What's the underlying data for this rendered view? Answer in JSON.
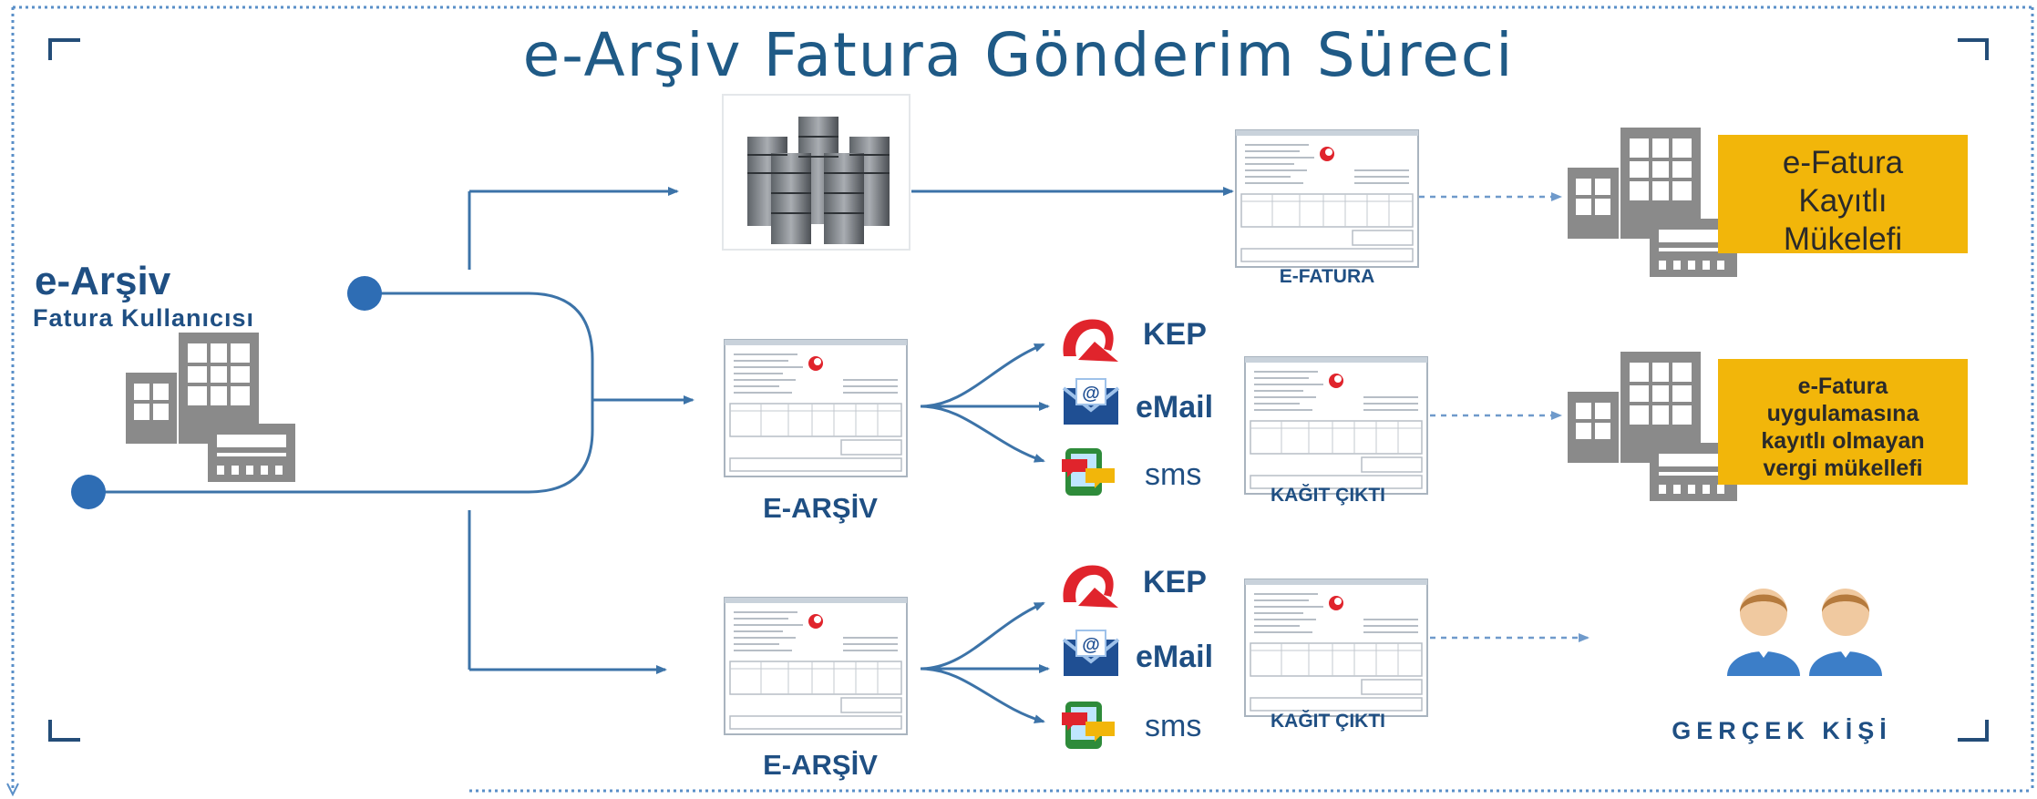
{
  "title": "e-Arşiv Fatura Gönderim Süreci",
  "user": {
    "title": "e-Arşiv",
    "subtitle": "Fatura Kullanıcısı"
  },
  "captions": {
    "efatura": "E-FATURA",
    "earsiv_1": "E-ARŞİV",
    "earsiv_2": "E-ARŞİV",
    "kagit_1": "KAĞIT ÇIKTI",
    "kagit_2": "KAĞIT ÇIKTI"
  },
  "channels": {
    "kep": "KEP",
    "email": "eMail",
    "sms": "sms"
  },
  "recipients": {
    "registered": "e-Fatura Kayıtlı Mükelefi",
    "registered_lines": [
      "e-Fatura",
      "Kayıtlı",
      "Mükelefi"
    ],
    "unregistered": "e-Fatura uygulamasına kayıtlı olmayan vergi mükellefi",
    "unregistered_lines": [
      "e-Fatura",
      "uygulamasına",
      "kayıtlı olmayan",
      "vergi mükellefi"
    ],
    "real_person": "GERÇEK KİŞİ"
  },
  "colors": {
    "title": "#1f5a86",
    "line": "#3c73a8",
    "dot": "#2e6db4",
    "border": "#5a8fc8",
    "yellow": "#f2b60a",
    "building": "#8a8a8a",
    "kep_red": "#e0242c"
  },
  "icons": [
    "servers-icon",
    "invoice-icon",
    "building-icon",
    "kep-icon",
    "email-icon",
    "sms-icon",
    "people-icon"
  ]
}
